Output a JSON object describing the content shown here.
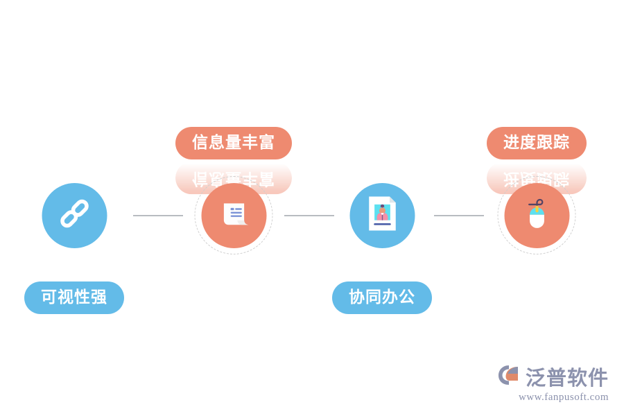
{
  "diagram": {
    "type": "horizontal-process-flow",
    "background_color": "#ffffff",
    "accent_blue": "#63bbe8",
    "accent_orange": "#ee8a70",
    "connector_color": "#b8bcc0",
    "nodes": [
      {
        "id": "node-1",
        "label": "可视性强",
        "label_position": "below",
        "color": "#63bbe8",
        "color_name": "blue",
        "icon": "chain-link-icon",
        "has_dashed_ring": false,
        "has_reflection": false
      },
      {
        "id": "node-2",
        "label": "信息量丰富",
        "label_position": "above",
        "color": "#ee8a70",
        "color_name": "orange",
        "icon": "scroll-document-icon",
        "has_dashed_ring": true,
        "has_reflection": true
      },
      {
        "id": "node-3",
        "label": "协同办公",
        "label_position": "below",
        "color": "#63bbe8",
        "color_name": "blue",
        "icon": "id-card-document-icon",
        "has_dashed_ring": false,
        "has_reflection": false
      },
      {
        "id": "node-4",
        "label": "进度跟踪",
        "label_position": "above",
        "color": "#ee8a70",
        "color_name": "orange",
        "icon": "computer-mouse-icon",
        "has_dashed_ring": true,
        "has_reflection": true
      }
    ],
    "connectors": [
      {
        "from": "node-1",
        "to": "node-2"
      },
      {
        "from": "node-2",
        "to": "node-3"
      },
      {
        "from": "node-3",
        "to": "node-4"
      }
    ]
  },
  "watermark": {
    "brand": "泛普软件",
    "url": "www.fanpusoft.com",
    "mark_icon": "fanpu-swoosh-logo-icon",
    "text_color": "#8c92ad",
    "mark_accent_color": "#e08a6a"
  }
}
